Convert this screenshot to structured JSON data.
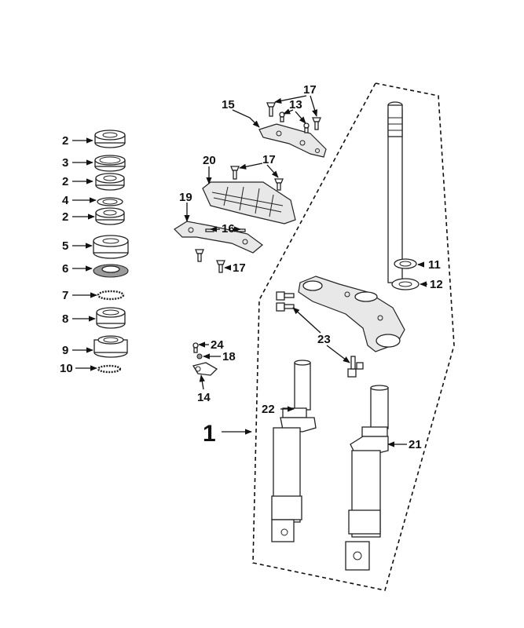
{
  "callouts": {
    "c1": "1",
    "c2a": "2",
    "c3": "3",
    "c2b": "2",
    "c4": "4",
    "c2c": "2",
    "c5": "5",
    "c6": "6",
    "c7": "7",
    "c8": "8",
    "c9": "9",
    "c10": "10",
    "c11": "11",
    "c12": "12",
    "c13": "13",
    "c14": "14",
    "c15": "15",
    "c16": "16",
    "c17a": "17",
    "c17b": "17",
    "c17c": "17",
    "c18": "18",
    "c19": "19",
    "c20": "20",
    "c21": "21",
    "c22": "22",
    "c23": "23",
    "c24": "24"
  }
}
